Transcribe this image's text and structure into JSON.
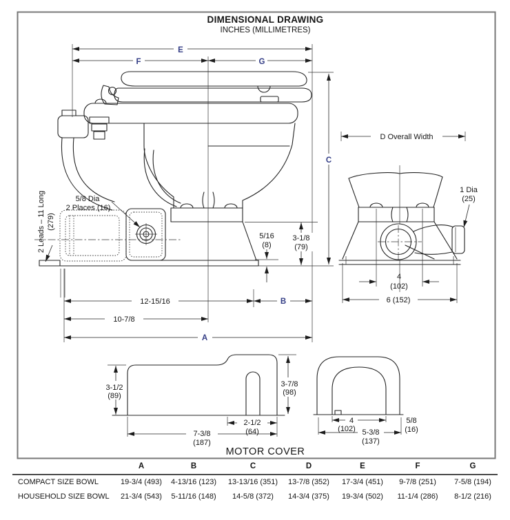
{
  "title": {
    "line1": "DIMENSIONAL DRAWING",
    "line2": "INCHES (MILLIMETRES)"
  },
  "colors": {
    "dim_letter": "#333d85",
    "line": "#222222",
    "frame": "#777777"
  },
  "side_view": {
    "e": "E",
    "f": "F",
    "g": "G",
    "c": "C",
    "a": "A",
    "b": "B",
    "len_base": "12-15/16",
    "len_motor": "10-7/8",
    "gap": "5/16",
    "gap_mm": "(8)",
    "base_height": "3-1/8",
    "base_height_mm": "(79)",
    "bolt_label1": "5/8 Dia",
    "bolt_label2": "2 Places (16)",
    "leads_label": "2 Leads – 11 Long",
    "leads_mm": "(279)"
  },
  "rear_view": {
    "d": "D Overall Width",
    "dia1": "1 Dia",
    "dia2": "(25)",
    "bolt_span": "4",
    "bolt_span_mm": "(102)",
    "base_width": "6 (152)"
  },
  "motor_cover": {
    "caption": "MOTOR COVER",
    "side": {
      "h_left": "3-1/2",
      "h_left_mm": "(89)",
      "h_right": "3-7/8",
      "h_right_mm": "(98)",
      "notch": "2-1/2",
      "notch_mm": "(64)",
      "length": "7-3/8",
      "length_mm": "(187)"
    },
    "end": {
      "inner_w": "4",
      "inner_w_mm": "(102)",
      "outer_w": "5-3/8",
      "outer_w_mm": "(137)",
      "lip": "5/8",
      "lip_mm": "(16)"
    }
  },
  "table": {
    "columns": [
      "A",
      "B",
      "C",
      "D",
      "E",
      "F",
      "G"
    ],
    "rows": [
      {
        "label": "COMPACT SIZE BOWL",
        "values": [
          "19-3/4 (493)",
          "4-13/16 (123)",
          "13-13/16 (351)",
          "13-7/8 (352)",
          "17-3/4 (451)",
          "9-7/8 (251)",
          "7-5/8 (194)"
        ]
      },
      {
        "label": "HOUSEHOLD SIZE BOWL",
        "values": [
          "21-3/4 (543)",
          "5-11/16 (148)",
          "14-5/8 (372)",
          "14-3/4 (375)",
          "19-3/4 (502)",
          "11-1/4 (286)",
          "8-1/2 (216)"
        ]
      }
    ]
  }
}
